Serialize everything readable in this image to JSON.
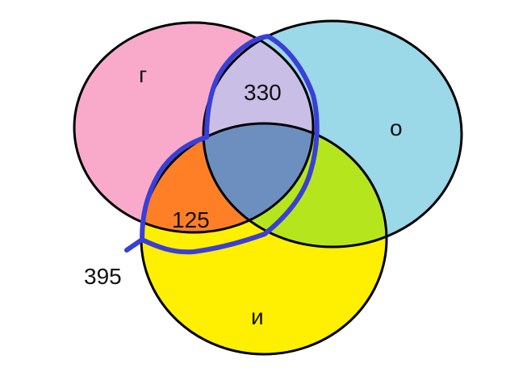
{
  "sets": {
    "g": {
      "label": "г",
      "color": "#F9AACB"
    },
    "o": {
      "label": "о",
      "color": "#9BD8E8"
    },
    "i": {
      "label": "и",
      "color": "#FFEF00"
    }
  },
  "regions": {
    "g_and_o_only": {
      "value": "330",
      "color": "#C9BEE6"
    },
    "g_and_i_only": {
      "value": "125",
      "color": "#FF7F27"
    },
    "o_and_i_only": {
      "color": "#B5E61D"
    },
    "all_three": {
      "color": "#6D8FBF"
    }
  },
  "outline": {
    "label": "395",
    "color": "#3A3FD6"
  }
}
